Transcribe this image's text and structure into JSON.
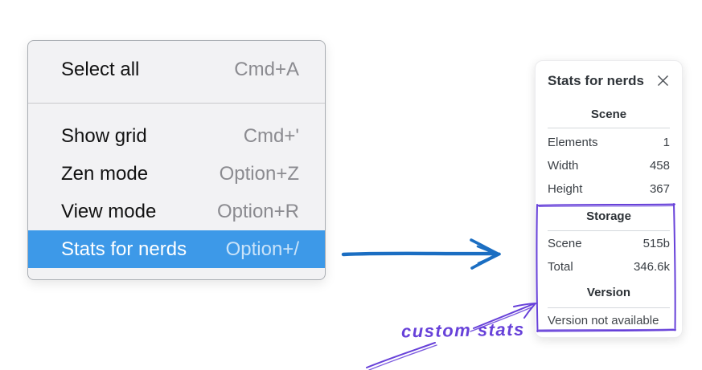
{
  "context_menu": {
    "items": [
      {
        "label": "Select all",
        "shortcut": "Cmd+A",
        "selected": false
      },
      {
        "label": "Show grid",
        "shortcut": "Cmd+'",
        "selected": false
      },
      {
        "label": "Zen mode",
        "shortcut": "Option+Z",
        "selected": false
      },
      {
        "label": "View mode",
        "shortcut": "Option+R",
        "selected": false
      },
      {
        "label": "Stats for nerds",
        "shortcut": "Option+/",
        "selected": true
      }
    ]
  },
  "stats_panel": {
    "title": "Stats for nerds",
    "close_icon": "x-icon",
    "sections": {
      "scene": {
        "heading": "Scene",
        "rows": [
          {
            "label": "Elements",
            "value": "1"
          },
          {
            "label": "Width",
            "value": "458"
          },
          {
            "label": "Height",
            "value": "367"
          }
        ]
      },
      "storage": {
        "heading": "Storage",
        "rows": [
          {
            "label": "Scene",
            "value": "515b"
          },
          {
            "label": "Total",
            "value": "346.6k"
          }
        ]
      },
      "version": {
        "heading": "Version",
        "note": "Version not available"
      }
    }
  },
  "annotation": {
    "label": "custom stats"
  },
  "colors": {
    "menu_highlight": "#3d99e8",
    "arrow_blue": "#1b6ec2",
    "annotation_purple": "#6741d9",
    "menu_background": "#f2f2f4",
    "panel_background": "#ffffff"
  }
}
